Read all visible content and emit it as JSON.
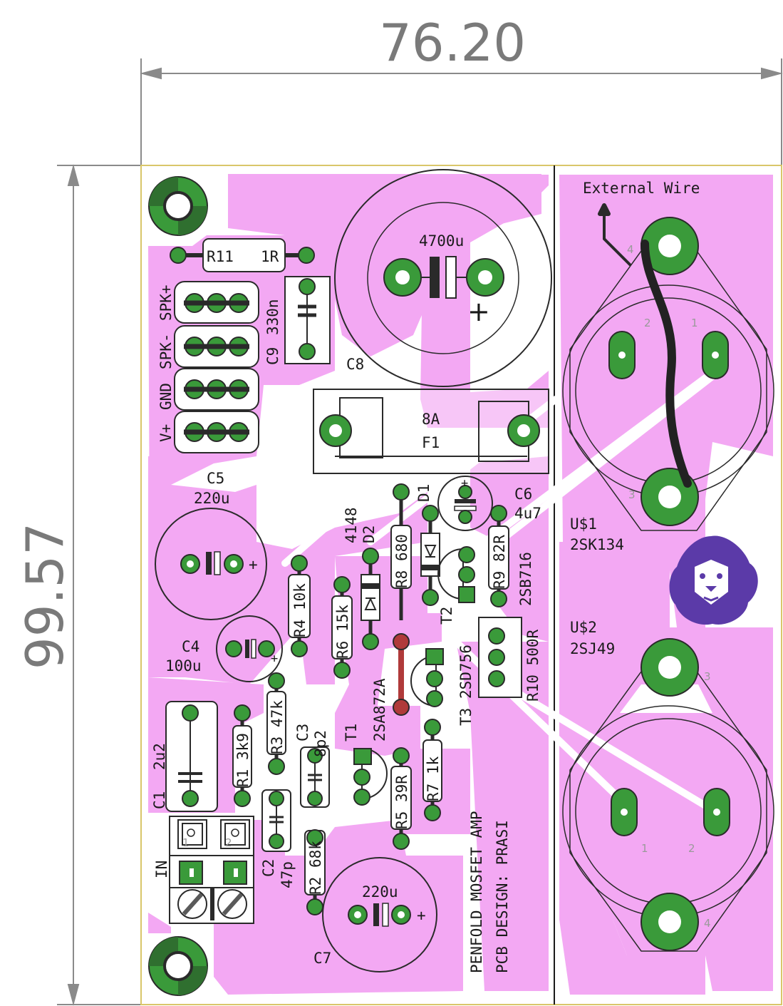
{
  "dimensions": {
    "width_mm": "76.20",
    "height_mm": "99.57"
  },
  "colors": {
    "copper": "#f3a8f3",
    "pad": "#3a9a3a",
    "pad_dark": "#2f6f2f",
    "silkscreen": "#1a1a1a",
    "dimension": "#7a7a7a",
    "jumper": "#b03a3a",
    "external_wire": "#222222",
    "logo": "#5b3aa8"
  },
  "notes": {
    "external_wire": "External Wire"
  },
  "connectors": {
    "spk_plus": "SPK+",
    "spk_minus": "SPK-",
    "gnd": "GND",
    "v_plus": "V+",
    "input": "IN",
    "input_pin1": "1",
    "input_pin2": "2"
  },
  "components": {
    "r11": {
      "ref": "R11",
      "value": "1R"
    },
    "c9": {
      "ref": "C9",
      "value": "330n"
    },
    "c8": {
      "ref": "C8",
      "value": "4700u"
    },
    "f1": {
      "ref": "F1",
      "value": "8A"
    },
    "c5": {
      "ref": "C5",
      "value": "220u"
    },
    "c4": {
      "ref": "C4",
      "value": "100u"
    },
    "c1": {
      "ref": "C1",
      "value": "2u2"
    },
    "r1": {
      "ref": "R1",
      "value": "3k9"
    },
    "r3": {
      "ref": "R3",
      "value": "47k"
    },
    "r4": {
      "ref": "R4",
      "value": "10k"
    },
    "c3": {
      "ref": "C3",
      "value": "8p2"
    },
    "c2": {
      "ref": "C2",
      "value": "47p"
    },
    "r2": {
      "ref": "R2",
      "value": "68k"
    },
    "r6": {
      "ref": "R6",
      "value": "15k"
    },
    "d2": {
      "ref": "D2",
      "value": "4148"
    },
    "r8": {
      "ref": "R8",
      "value": "680"
    },
    "d1": {
      "ref": "D1"
    },
    "c6": {
      "ref": "C6",
      "value": "4u7"
    },
    "r9": {
      "ref": "R9",
      "value": "82R"
    },
    "t2": {
      "ref": "T2",
      "value": "2SB716"
    },
    "t1": {
      "ref": "T1",
      "value": "2SA872A"
    },
    "t3": {
      "ref": "T3",
      "value": "2SD756"
    },
    "r10": {
      "ref": "R10",
      "value": "500R"
    },
    "r5": {
      "ref": "R5",
      "value": "39R"
    },
    "r7": {
      "ref": "R7",
      "value": "1k"
    },
    "c7": {
      "ref": "C7",
      "value": "220u"
    },
    "u1": {
      "ref": "U$1",
      "value": "2SK134",
      "pins": [
        "4",
        "2",
        "1",
        "3"
      ]
    },
    "u2": {
      "ref": "U$2",
      "value": "2SJ49",
      "pins": [
        "3",
        "1",
        "2",
        "4"
      ]
    }
  },
  "title_block": {
    "line1": "PENFOLD MOSFET AMP",
    "line2": "PCB DESIGN: PRASI"
  },
  "symbols": {
    "plus": "+"
  },
  "icons": [
    "lion-logo-icon",
    "mounting-hole-icon",
    "arrow-icon"
  ]
}
